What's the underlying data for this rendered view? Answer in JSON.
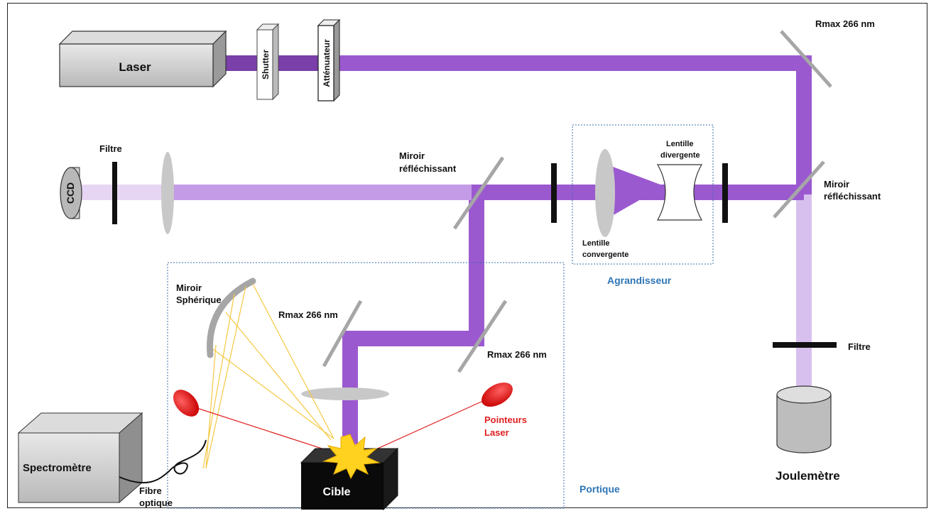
{
  "components": {
    "laser": "Laser",
    "shutter": "Shutter",
    "attenuator": "Atténuateur",
    "rmax_top": "Rmax 266 nm",
    "ccd": "CCD",
    "filtre_left": "Filtre",
    "miroir_left_1": "Miroir",
    "miroir_left_2": "réfléchissant",
    "miroir_right_1": "Miroir",
    "miroir_right_2": "réfléchissant",
    "lentille_div_1": "Lentille",
    "lentille_div_2": "divergente",
    "lentille_conv_1": "Lentille",
    "lentille_conv_2": "convergente",
    "agrandisseur": "Agrandisseur",
    "miroir_sph_1": "Miroir",
    "miroir_sph_2": "Sphérique",
    "rmax_inner_left": "Rmax 266 nm",
    "rmax_inner_right": "Rmax 266 nm",
    "filtre_right": "Filtre",
    "pointeurs_1": "Pointeurs",
    "pointeurs_2": "Laser",
    "spectrometre": "Spectromètre",
    "fibre_1": "Fibre",
    "fibre_2": "optique",
    "cible": "Cible",
    "portique": "Portique",
    "joulemetre": "Joulemètre"
  },
  "colors": {
    "beam_strong": "#9b59d0",
    "beam_light": "#c8a0e8",
    "beam_pale": "#e6d6f3",
    "mirror": "#a6a6a6",
    "accent_blue": "#2e75b6",
    "accent_red": "#e02020",
    "ray_yellow": "#f5c842"
  }
}
